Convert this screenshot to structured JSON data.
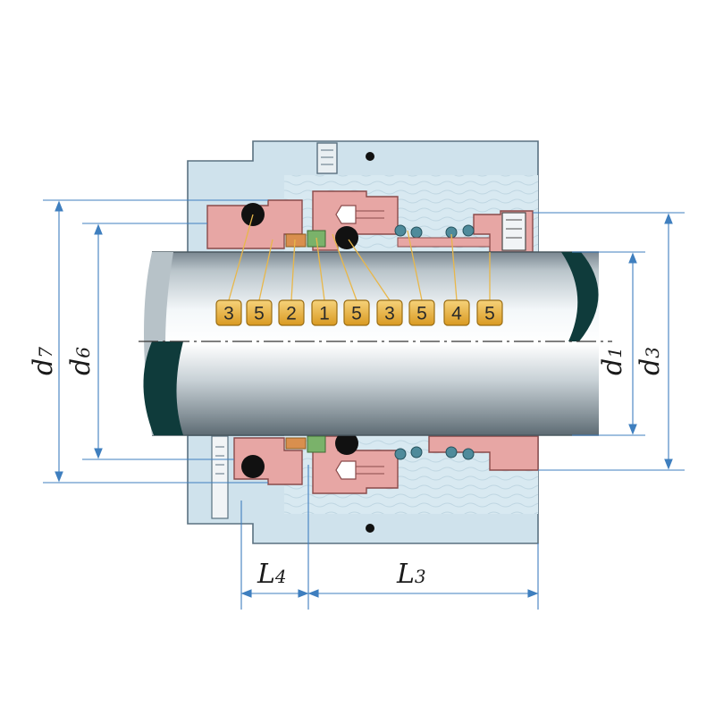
{
  "diagram": {
    "part_labels": [
      "3",
      "5",
      "2",
      "1",
      "5",
      "3",
      "5",
      "4",
      "5"
    ],
    "dimensions": {
      "d7": {
        "main": "d",
        "sub": "7"
      },
      "d6": {
        "main": "d",
        "sub": "6"
      },
      "d1": {
        "main": "d",
        "sub": "1"
      },
      "d3": {
        "main": "d",
        "sub": "3"
      },
      "L4": {
        "main": "L",
        "sub": "4"
      },
      "L3": {
        "main": "L",
        "sub": "3"
      }
    },
    "colors": {
      "housing": "#cfe2ec",
      "housing_outline": "#5a7180",
      "seal_face": "#e7a6a4",
      "seal_outline": "#8a4a4a",
      "shaft_dark": "#5d6b73",
      "shaft_light": "#f4f8fa",
      "shaft_end": "#0f3b3b",
      "dim_line": "#3f7fbf",
      "badge_fill": "#e9b53c",
      "badge_outline": "#9a6d13",
      "spring": "#4f8b9b",
      "oring": "#111111",
      "gasket": "#7ab26a",
      "ring_orange": "#d98f4e"
    }
  }
}
